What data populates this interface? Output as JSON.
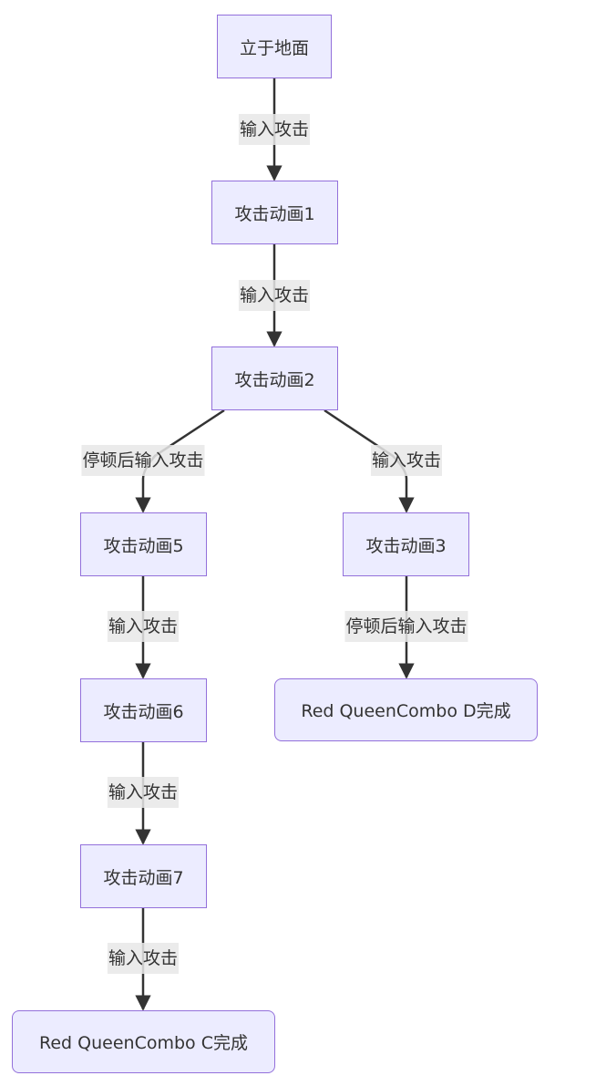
{
  "diagram": {
    "type": "flowchart",
    "direction": "top-down",
    "colors": {
      "node_fill": "#ececff",
      "node_border": "#9370db",
      "edge": "#333333",
      "label_bg": "#e8e8e8",
      "text": "#333333"
    },
    "nodes": [
      {
        "id": "ground",
        "label": "立于地面"
      },
      {
        "id": "atk1",
        "label": "攻击动画1"
      },
      {
        "id": "atk2",
        "label": "攻击动画2"
      },
      {
        "id": "atk5",
        "label": "攻击动画5"
      },
      {
        "id": "atk3",
        "label": "攻击动画3"
      },
      {
        "id": "atk6",
        "label": "攻击动画6"
      },
      {
        "id": "comboD",
        "label": "Red QueenCombo D完成"
      },
      {
        "id": "atk7",
        "label": "攻击动画7"
      },
      {
        "id": "comboC",
        "label": "Red QueenCombo C完成"
      }
    ],
    "edges": [
      {
        "from": "ground",
        "to": "atk1",
        "label": "输入攻击"
      },
      {
        "from": "atk1",
        "to": "atk2",
        "label": "输入攻击"
      },
      {
        "from": "atk2",
        "to": "atk5",
        "label": "停顿后输入攻击"
      },
      {
        "from": "atk2",
        "to": "atk3",
        "label": "输入攻击"
      },
      {
        "from": "atk5",
        "to": "atk6",
        "label": "输入攻击"
      },
      {
        "from": "atk3",
        "to": "comboD",
        "label": "停顿后输入攻击"
      },
      {
        "from": "atk6",
        "to": "atk7",
        "label": "输入攻击"
      },
      {
        "from": "atk7",
        "to": "comboC",
        "label": "输入攻击"
      }
    ]
  }
}
